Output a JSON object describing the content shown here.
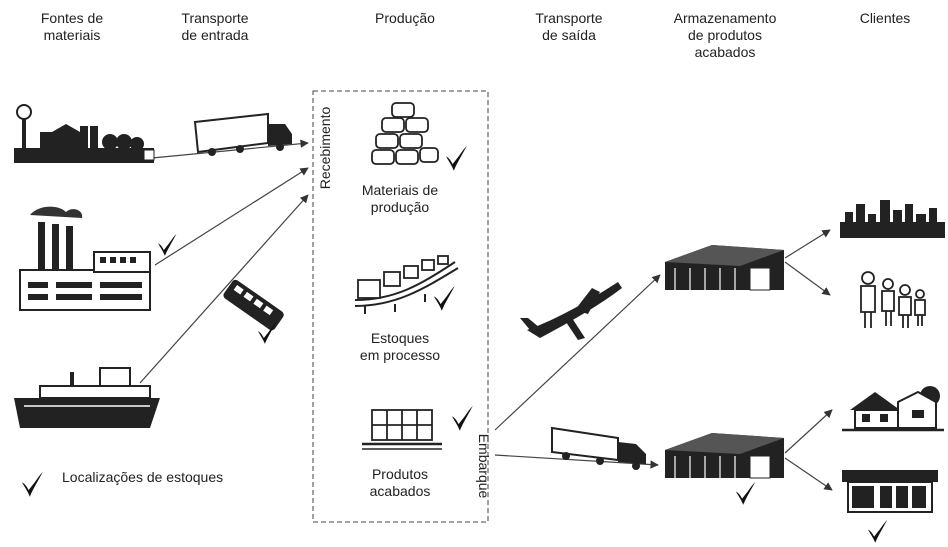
{
  "headers": {
    "fontes": "Fontes de\nmateriais",
    "transporte_entrada": "Transporte\nde entrada",
    "producao": "Produção",
    "transporte_saida": "Transporte\nde saída",
    "armazenamento": "Armazenamento\nde produtos\nacabados",
    "clientes": "Clientes"
  },
  "production": {
    "materiais": "Materiais de\nprodução",
    "estoques": "Estoques\nem processo",
    "produtos": "Produtos\nacabados",
    "recebimento": "Recebimento",
    "embarque": "Embarque"
  },
  "legend": {
    "label": "Localizações de estoques"
  },
  "colors": {
    "ink": "#222222",
    "line": "#444444"
  },
  "icons": [
    "farm-icon",
    "truck-icon",
    "factory-icon",
    "ship-icon",
    "train-icon",
    "sacks-icon",
    "conveyor-icon",
    "pallet-icon",
    "airplane-icon",
    "warehouse-icon",
    "city-icon",
    "family-icon",
    "house-icon",
    "store-icon",
    "check-icon"
  ]
}
